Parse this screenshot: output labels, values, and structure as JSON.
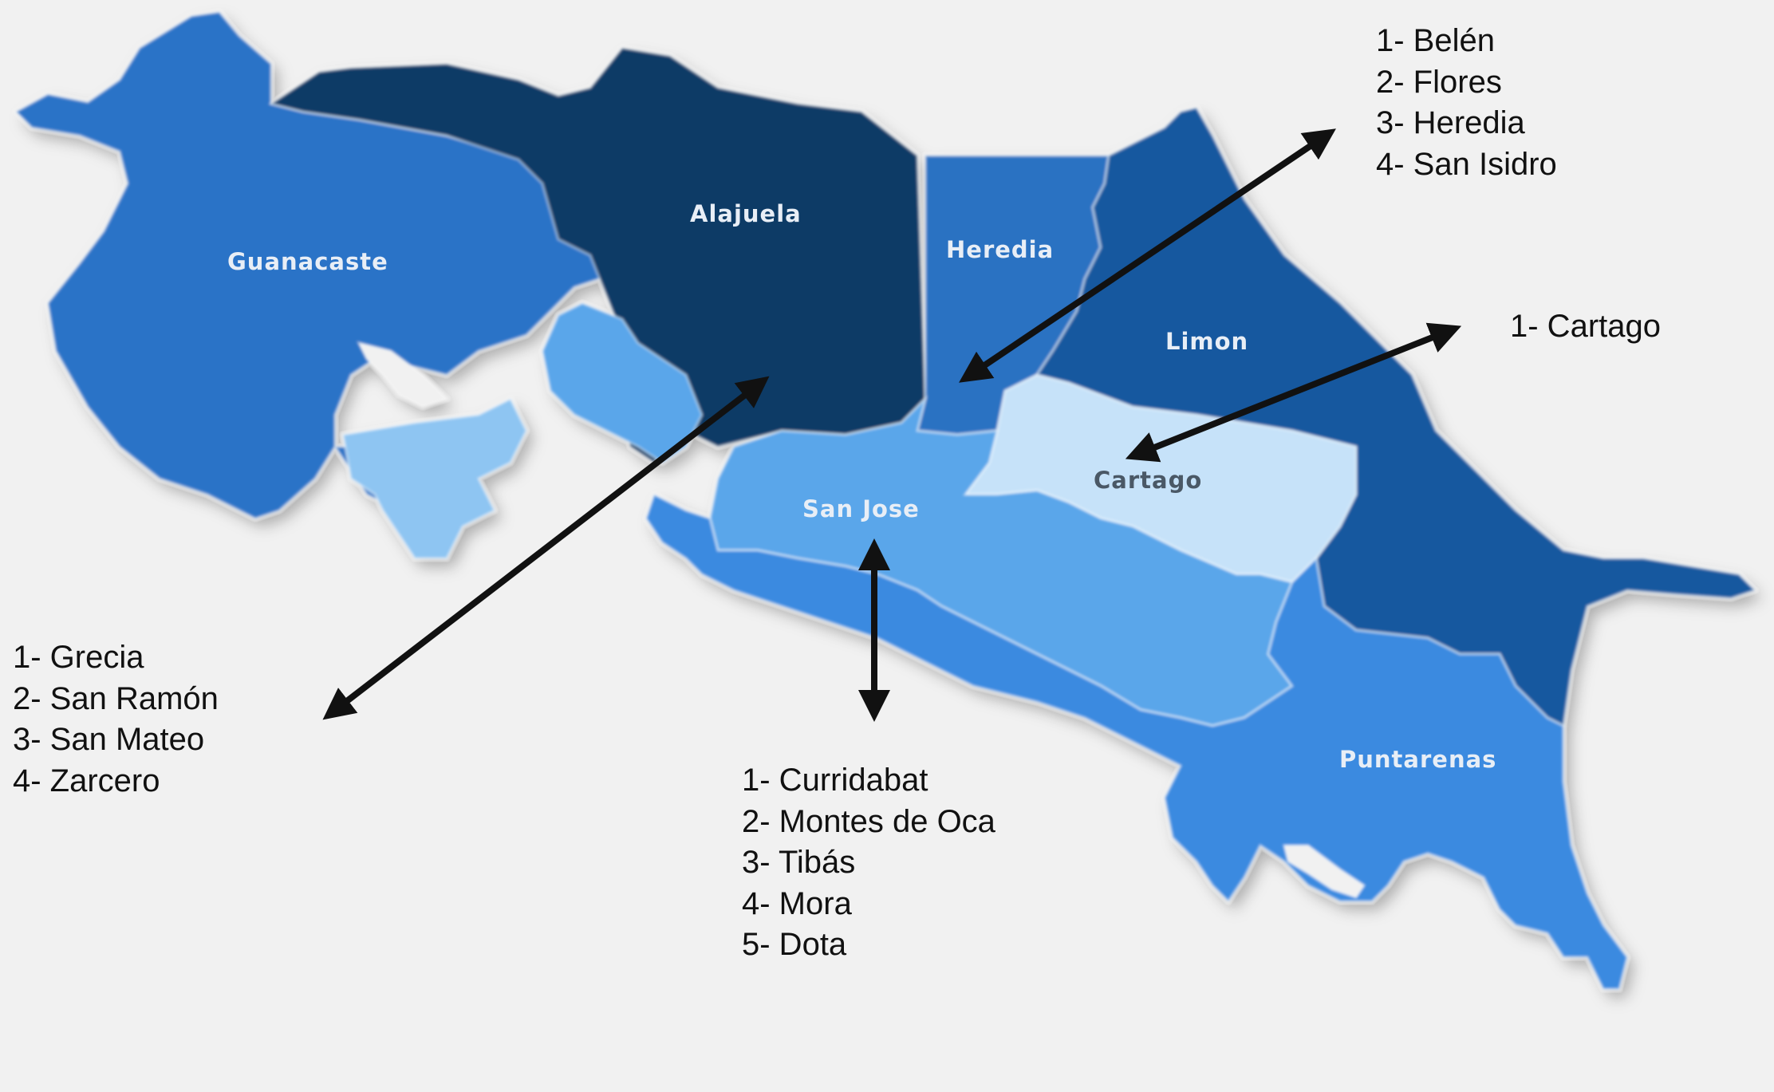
{
  "map": {
    "colors": {
      "background": "#f1f1f1",
      "guanacaste": "#2b73c7",
      "alajuela": "#0d3a66",
      "heredia": "#2b72c2",
      "limon": "#17589f",
      "cartago": "#c6e2f9",
      "san_jose": "#5aa6ea",
      "puntarenas": "#3a8ae0",
      "puntarenas_islands": "#8ec5f2",
      "arrow": "#111111"
    },
    "provinces": {
      "guanacaste": "Guanacaste",
      "alajuela": "Alajuela",
      "heredia": "Heredia",
      "limon": "Limon",
      "cartago": "Cartago",
      "san_jose": "San Jose",
      "puntarenas": "Puntarenas"
    },
    "callouts": {
      "heredia": [
        "1- Belén",
        "2- Flores",
        "3- Heredia",
        "4- San Isidro"
      ],
      "cartago": [
        "1- Cartago"
      ],
      "alajuela": [
        "1- Grecia",
        "2- San Ramón",
        "3- San Mateo",
        "4- Zarcero"
      ],
      "san_jose": [
        "1- Curridabat",
        "2- Montes de Oca",
        "3- Tibás",
        "4- Mora",
        "5- Dota"
      ]
    }
  }
}
